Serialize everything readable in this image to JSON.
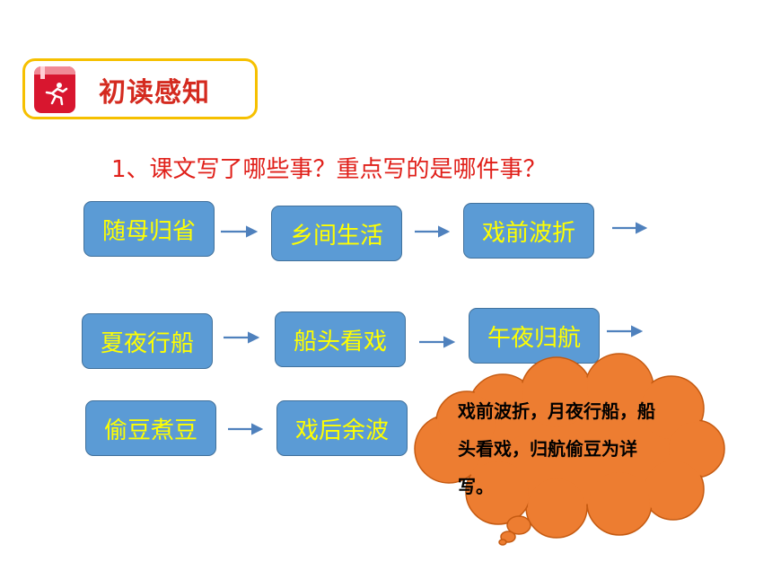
{
  "header": {
    "title": "初读感知",
    "icon": "book-runner-icon"
  },
  "question": "1、课文写了哪些事？重点写的是哪件事？",
  "nodes": [
    [
      "随母归省",
      "乡间生活",
      "戏前波折"
    ],
    [
      "夏夜行船",
      "船头看戏",
      "午夜归航"
    ],
    [
      "偷豆煮豆",
      "戏后余波"
    ]
  ],
  "callout": "戏前波折，月夜行船，船头看戏，归航偷豆为详写。",
  "colors": {
    "node_fill": "#5b9bd5",
    "node_text": "#ffff00",
    "cloud": "#ed7d31",
    "question": "#e0201a",
    "header_border": "#f6c000"
  }
}
